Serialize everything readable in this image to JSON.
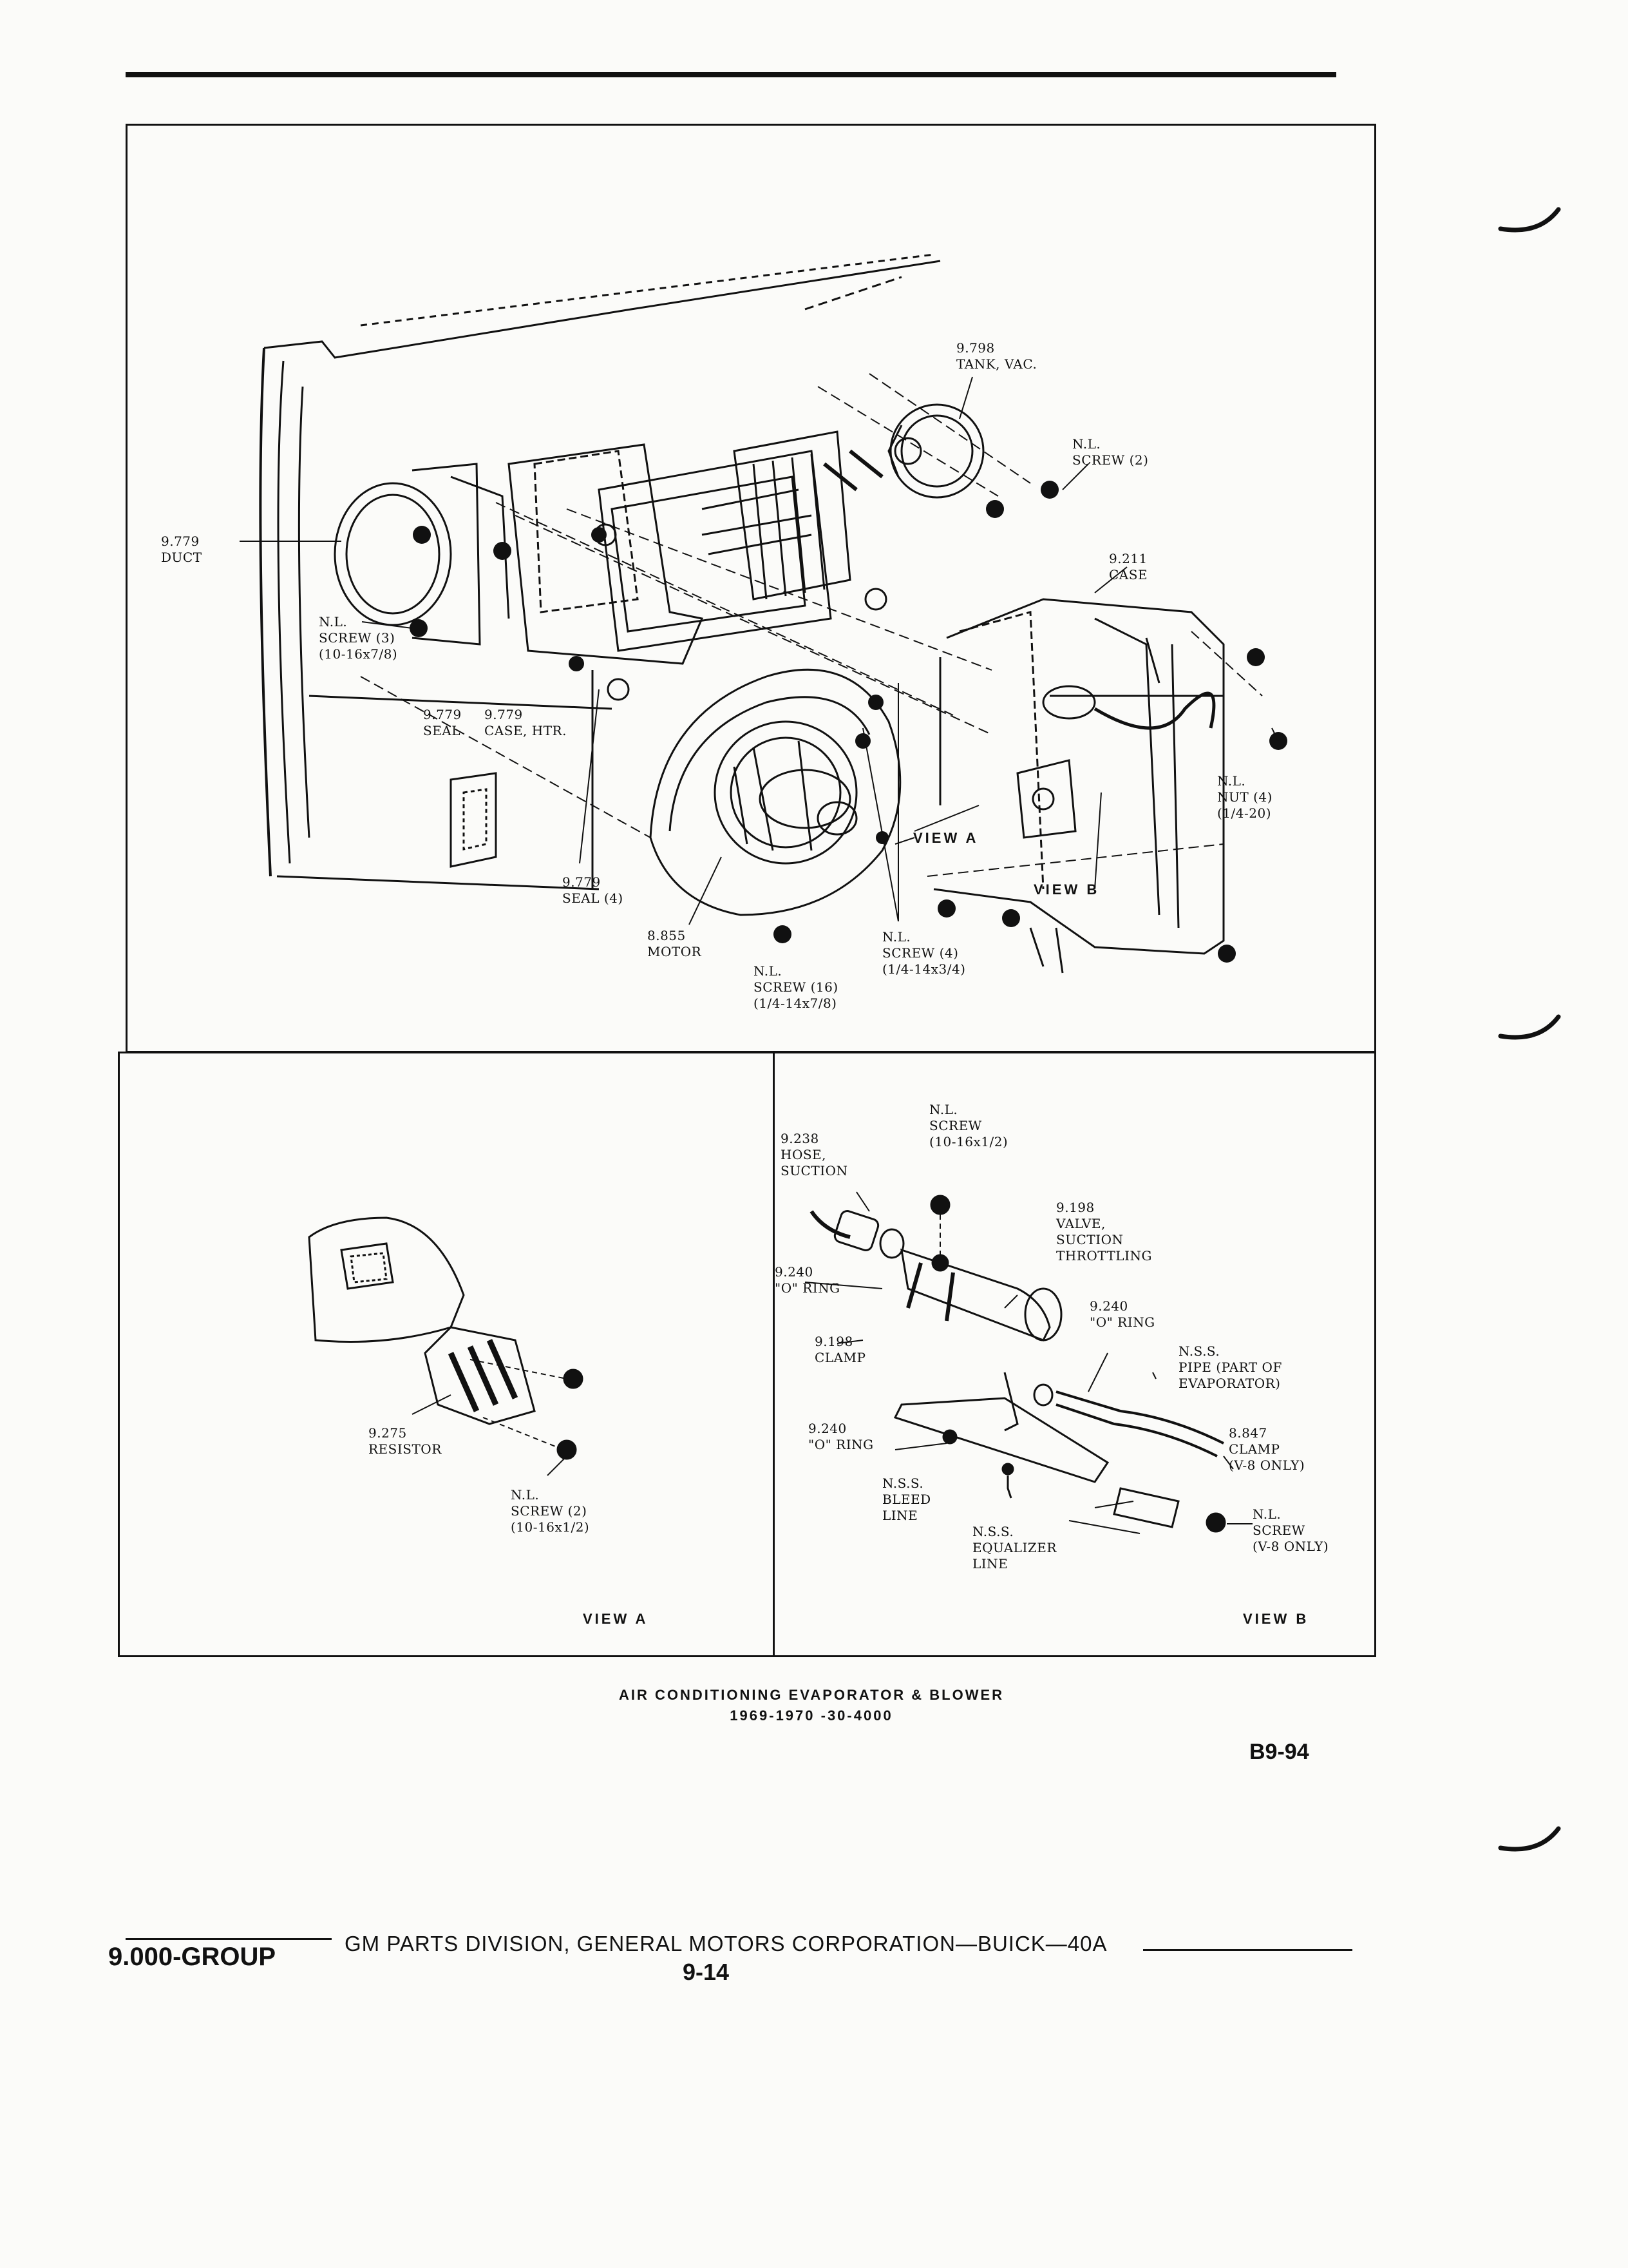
{
  "diagram": {
    "main_view": {
      "labels": [
        "9.798\nTANK, VAC.",
        "N.L.\nSCREW (2)",
        "9.779\nDUCT",
        "9.211\nCASE",
        "N.L.\nSCREW (3)\n(10-16x7/8)",
        "9.779\nSEAL",
        "9.779\nCASE, HTR.",
        "N.L.\nNUT (4)\n(1/4-20)",
        "9.779\nSEAL (4)",
        "8.855\nMOTOR",
        "N.L.\nSCREW (4)\n(1/4-14x3/4)",
        "N.L.\nSCREW (16)\n(1/4-14x7/8)"
      ],
      "view_a_marker": "VIEW A",
      "view_b_marker": "VIEW B"
    },
    "view_a": {
      "labels": [
        "9.275\nRESISTOR",
        "N.L.\nSCREW (2)\n(10-16x1/2)"
      ],
      "title": "VIEW A"
    },
    "view_b": {
      "labels": [
        "N.L.\nSCREW\n(10-16x1/2)",
        "9.238\nHOSE,\nSUCTION",
        "9.198\nVALVE,\nSUCTION\nTHROTTLING",
        "9.240\n\"O\" RING",
        "9.240\n\"O\" RING",
        "9.198\nCLAMP",
        "N.S.S.\nPIPE (PART OF\nEVAPORATOR)",
        "9.240\n\"O\" RING",
        "8.847\nCLAMP\n(V-8 ONLY)",
        "N.S.S.\nBLEED\nLINE",
        "N.S.S.\nEQUALIZER\nLINE",
        "N.L.\nSCREW\n(V-8 ONLY)"
      ],
      "title": "VIEW B"
    }
  },
  "caption": {
    "line1": "AIR CONDITIONING EVAPORATOR & BLOWER",
    "line2": "1969-1970 -30-4000"
  },
  "page_code": "B9-94",
  "footer": {
    "group": "9.000-GROUP",
    "publisher": "GM PARTS DIVISION, GENERAL MOTORS CORPORATION—BUICK—40A",
    "page_number": "9-14"
  }
}
